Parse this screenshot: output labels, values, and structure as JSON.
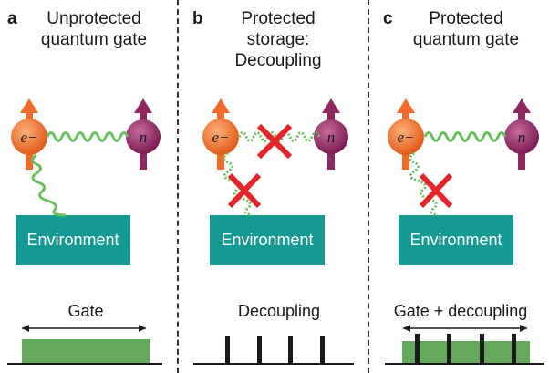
{
  "panels": [
    {
      "letter": "a",
      "title_lines": [
        "Unprotected",
        "quantum gate"
      ],
      "environment_label": "Environment",
      "bottom_label": "Gate"
    },
    {
      "letter": "b",
      "title_lines": [
        "Protected",
        "storage:",
        "Decoupling"
      ],
      "environment_label": "Environment",
      "bottom_label": "Decoupling"
    },
    {
      "letter": "c",
      "title_lines": [
        "Protected",
        "quantum gate"
      ],
      "environment_label": "Environment",
      "bottom_label": "Gate + decoupling"
    }
  ],
  "particles": {
    "electron_label": "e−",
    "nucleus_label": "n"
  },
  "colors": {
    "electron": "#ee6b2b",
    "nucleus": "#8e2760",
    "coupling": "#6abf5e",
    "environment": "#149a93",
    "gate_bar": "#64a85c",
    "cross": "#e4262a"
  }
}
